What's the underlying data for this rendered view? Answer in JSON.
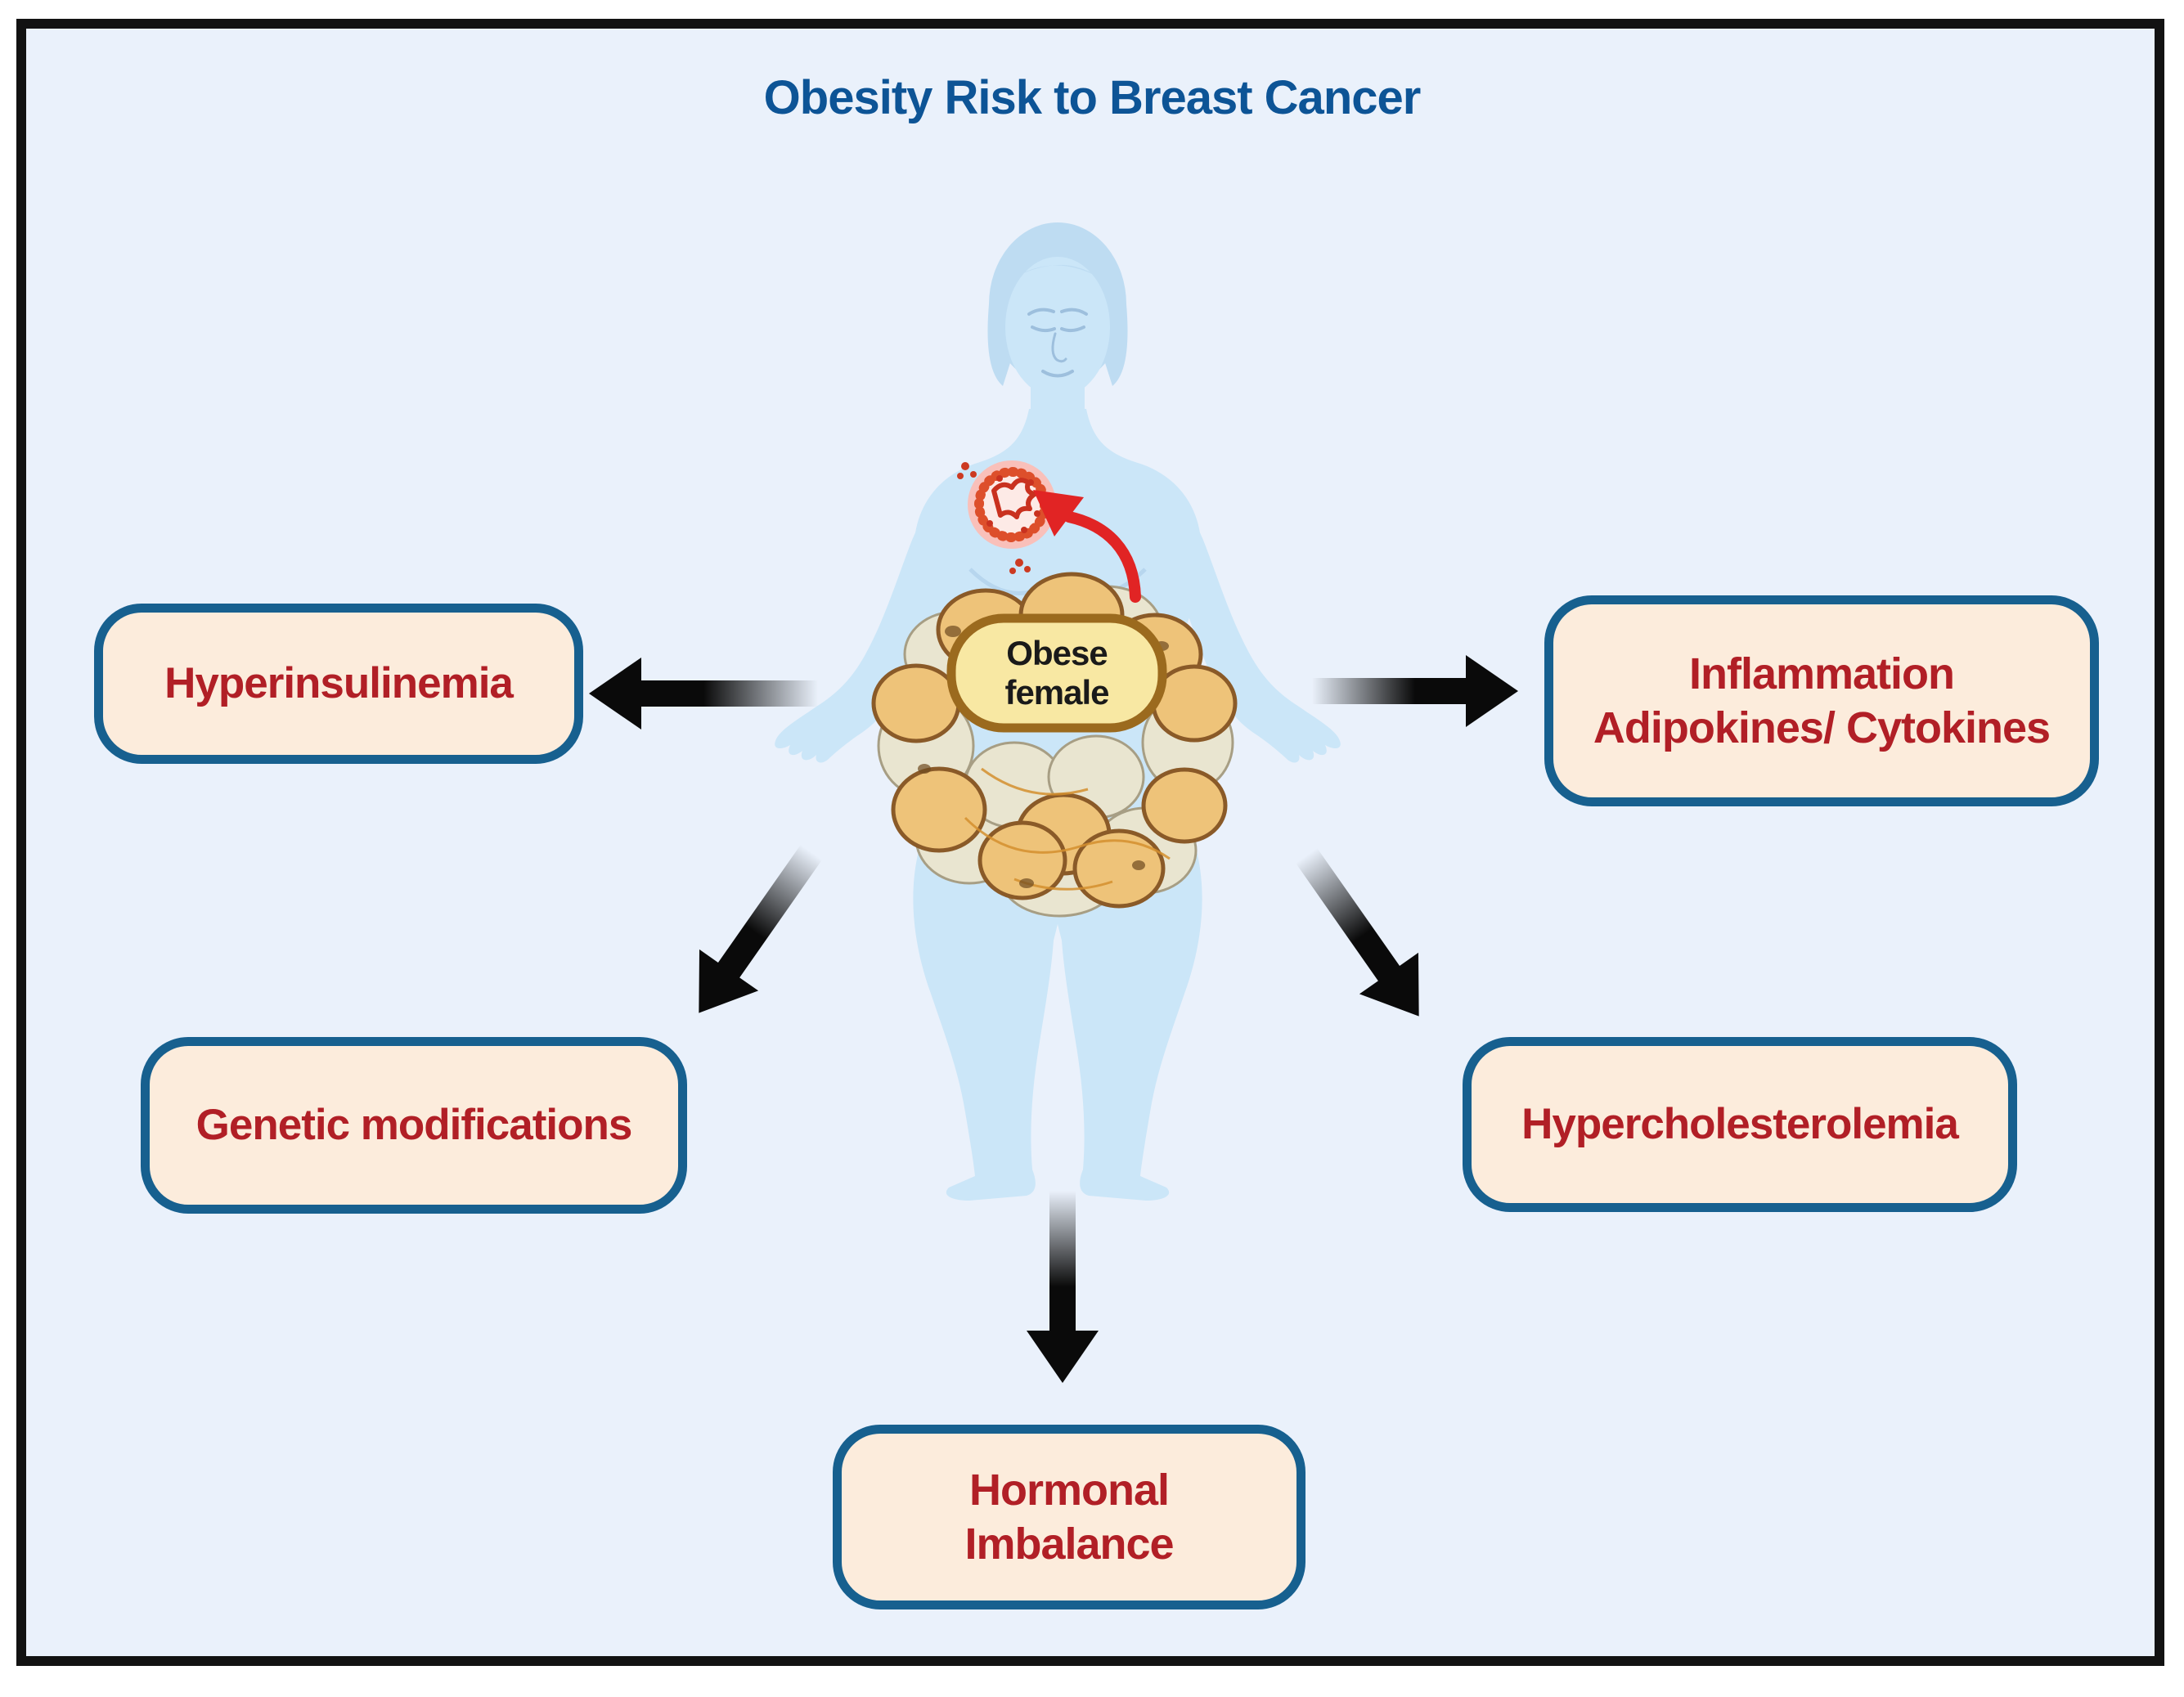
{
  "title": "Obesity Risk to Breast Cancer",
  "center_badge": {
    "line1": "Obese",
    "line2": "female"
  },
  "boxes": {
    "hyperinsulinemia": {
      "label": "Hyperinsulinemia"
    },
    "inflammation": {
      "line1": "Inflammation",
      "line2": "Adipokines/ Cytokines"
    },
    "genetic": {
      "label": "Genetic modifications"
    },
    "hypercholesterolemia": {
      "label": "Hypercholesterolemia"
    },
    "hormonal": {
      "line1": "Hormonal",
      "line2": "Imbalance"
    }
  },
  "edges": [
    {
      "from": "obese-female",
      "to": "hyperinsulinemia",
      "direction": "left"
    },
    {
      "from": "obese-female",
      "to": "inflammation-adipokines-cytokines",
      "direction": "right"
    },
    {
      "from": "obese-female",
      "to": "genetic-modifications",
      "direction": "down-left"
    },
    {
      "from": "obese-female",
      "to": "hypercholesterolemia",
      "direction": "down-right"
    },
    {
      "from": "obese-female",
      "to": "hormonal-imbalance",
      "direction": "down"
    },
    {
      "from": "fat-cells",
      "to": "breast-cancer-cell",
      "direction": "up",
      "style": "red-curved-arrow"
    }
  ],
  "icons": {
    "figure": "obese-female-figure",
    "fat_cells": "fat-cells-icon",
    "tumor": "breast-cancer-cell-icon",
    "red_arrow": "tumor-arrow-icon"
  },
  "colors": {
    "background": "#eaf1fb",
    "frame_border": "#121212",
    "title_blue": "#0d5496",
    "box_fill": "#fcecdc",
    "box_border_blue": "#17608f",
    "box_text_red": "#b11f26",
    "badge_fill": "#f8e8a3",
    "badge_border": "#9b6a1e",
    "figure_body_blue": "#cbe6f8",
    "figure_hair_blue": "#bedcf2",
    "fat_cell_tan": "#eec379",
    "fat_cell_outline": "#8a5a28",
    "fat_cell_pale": "#e9e5d0",
    "arrow_black": "#0a0a0a",
    "tumor_red": "#e12424"
  }
}
